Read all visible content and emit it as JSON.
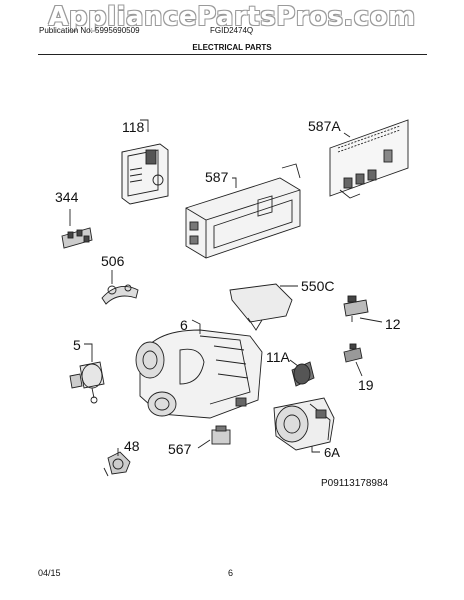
{
  "header": {
    "watermark": "AppliancePartsPros.com",
    "publication": "Publication No: 5995690509",
    "model": "FGID2474Q",
    "section_title": "ELECTRICAL PARTS"
  },
  "parts": [
    {
      "id": "118",
      "label": "118"
    },
    {
      "id": "587A",
      "label": "587A"
    },
    {
      "id": "344",
      "label": "344"
    },
    {
      "id": "587",
      "label": "587"
    },
    {
      "id": "506",
      "label": "506"
    },
    {
      "id": "550C",
      "label": "550C"
    },
    {
      "id": "6",
      "label": "6"
    },
    {
      "id": "12",
      "label": "12"
    },
    {
      "id": "5",
      "label": "5"
    },
    {
      "id": "11A",
      "label": "11A"
    },
    {
      "id": "19",
      "label": "19"
    },
    {
      "id": "48",
      "label": "48"
    },
    {
      "id": "567",
      "label": "567"
    },
    {
      "id": "6A",
      "label": "6A"
    }
  ],
  "reference_code": "P09113178984",
  "footer": {
    "date": "04/15",
    "page_number": "6"
  }
}
